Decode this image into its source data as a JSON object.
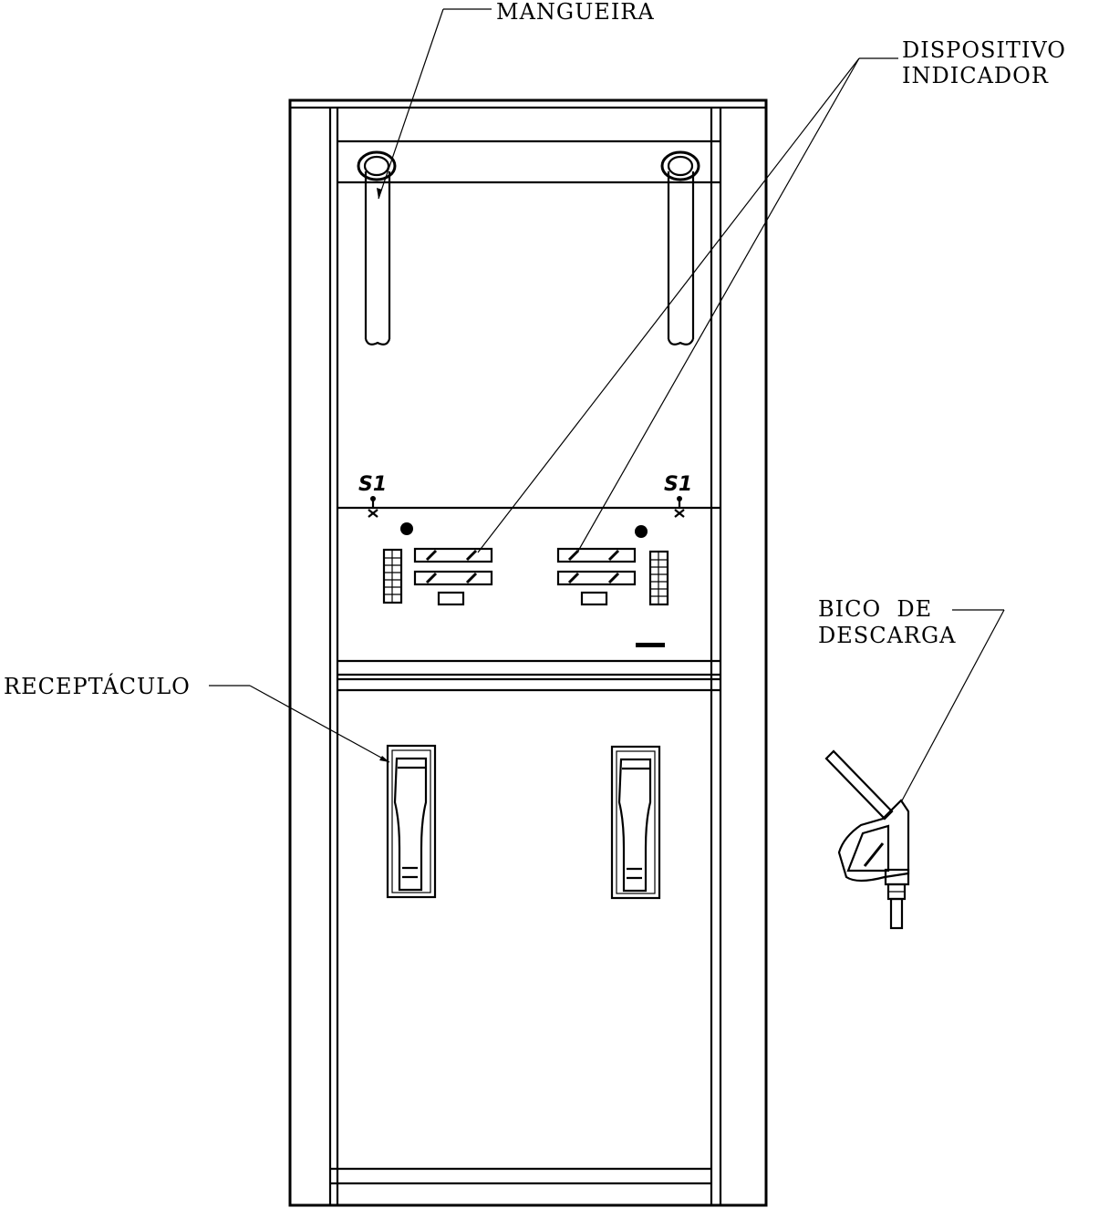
{
  "labels": {
    "hose": "MANGUEIRA",
    "indicator_line1": "DISPOSITIVO",
    "indicator_line2": "INDICADOR",
    "receptacle": "RECEPTÁCULO",
    "nozzle_line1": "BICO  DE",
    "nozzle_line2": "DESCARGA"
  },
  "markers": {
    "left_s1": "S1",
    "right_s1": "S1"
  }
}
